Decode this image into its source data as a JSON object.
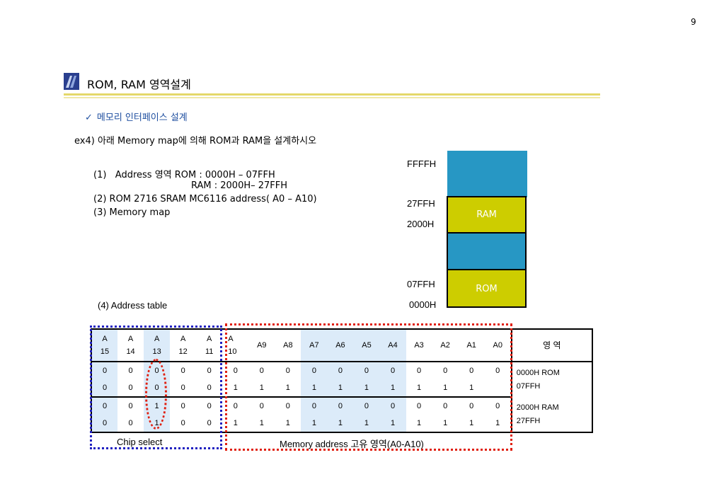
{
  "page_number": "9",
  "title": "ROM, RAM 영역설계",
  "subtitle": "메모리 인터페이스 설계",
  "subtitle_icon": "check-icon",
  "example": "ex4) 아래 Memory map에 의해 ROM과  RAM을 설계하시오",
  "items": [
    "(1)   Address 영역 ROM : 0000H – 07FFH",
    "RAM : 2000H– 27FFH",
    "(2) ROM 2716 SRAM MC6116 address( A0 – A10)",
    "(3) Memory map"
  ],
  "memory_map": {
    "labels": [
      "FFFFH",
      "27FFH",
      "2000H",
      "07FFH",
      "0000H"
    ],
    "blocks": {
      "ram": "RAM",
      "rom": "ROM"
    },
    "colors": {
      "free": "#2797c4",
      "used": "#cdcd00"
    }
  },
  "address_table": {
    "caption": "(4) Address table",
    "headers": [
      [
        "A",
        "15"
      ],
      [
        "A",
        "14"
      ],
      [
        "A",
        "13"
      ],
      [
        "A",
        "12"
      ],
      [
        "A",
        "11"
      ],
      [
        "A",
        "10"
      ],
      [
        "A9"
      ],
      [
        "A8"
      ],
      [
        "A7"
      ],
      [
        "A6"
      ],
      [
        "A5"
      ],
      [
        "A4"
      ],
      [
        "A3"
      ],
      [
        "A2"
      ],
      [
        "A1"
      ],
      [
        "A0"
      ],
      [
        "영 역"
      ]
    ],
    "rows": [
      [
        "0",
        "0",
        "0",
        "0",
        "0",
        "0",
        "0",
        "0",
        "0",
        "0",
        "0",
        "0",
        "0",
        "0",
        "0",
        "0"
      ],
      [
        "0",
        "0",
        "0",
        "0",
        "0",
        "1",
        "1",
        "1",
        "1",
        "1",
        "1",
        "1",
        "1",
        "1",
        "1",
        ""
      ],
      [
        "0",
        "0",
        "1",
        "0",
        "0",
        "0",
        "0",
        "0",
        "0",
        "0",
        "0",
        "0",
        "0",
        "0",
        "0",
        "0"
      ],
      [
        "0",
        "0",
        "1",
        "0",
        "0",
        "1",
        "1",
        "1",
        "1",
        "1",
        "1",
        "1",
        "1",
        "1",
        "1",
        "1"
      ]
    ],
    "areas": [
      [
        "0000H ROM",
        "07FFH"
      ],
      [
        "2000H  RAM",
        "27FFH"
      ]
    ],
    "chip_select_label": "Chip select",
    "memory_address_label": "Memory address 고유 영역(A0-A10)"
  }
}
